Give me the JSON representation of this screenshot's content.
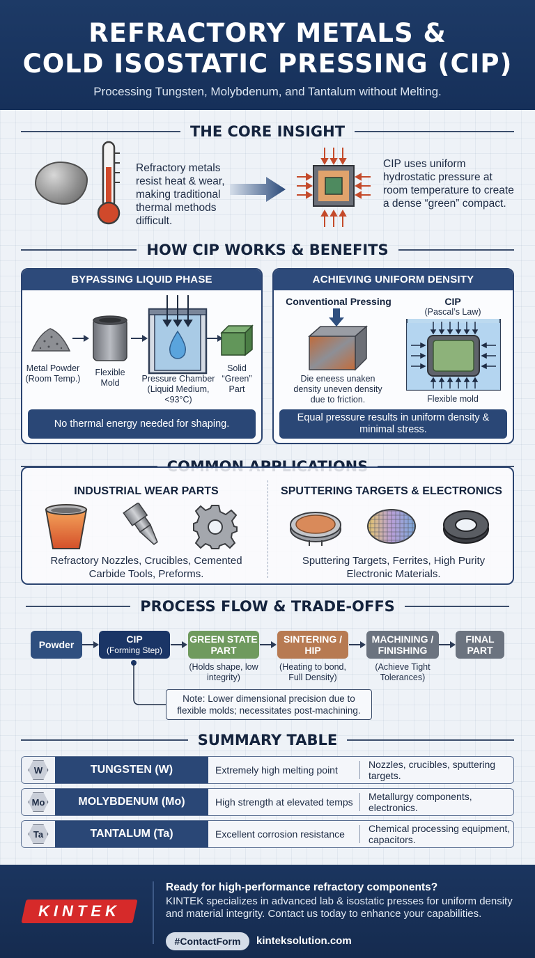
{
  "header": {
    "title_line1": "REFRACTORY METALS &",
    "title_line2": "COLD ISOSTATIC PRESSING (CIP)",
    "subtitle": "Processing Tungsten, Molybdenum, and Tantalum without Melting."
  },
  "core": {
    "title": "THE CORE INSIGHT",
    "left_text": "Refractory metals resist heat & wear, making traditional thermal methods difficult.",
    "right_text": "CIP uses uniform hydrostatic pressure at room temperature to create a dense “green” compact."
  },
  "how": {
    "title": "HOW CIP WORKS & BENEFITS",
    "left_panel": {
      "heading": "BYPASSING LIQUID PHASE",
      "steps": [
        "Metal Powder (Room Temp.)",
        "Flexible Mold",
        "Pressure Chamber (Liquid Medium, <93°C)",
        "Solid “Green” Part"
      ],
      "note": "No thermal energy needed for shaping."
    },
    "right_panel": {
      "heading": "ACHIEVING UNIFORM DENSITY",
      "conventional_label": "Conventional Pressing",
      "conventional_caption": "Die eneess unaken density uneven density due to friction.",
      "cip_label": "CIP",
      "cip_sublabel": "(Pascal’s Law)",
      "cip_caption": "Flexible mold",
      "note": "Equal pressure results in uniform density & minimal stress."
    }
  },
  "apps": {
    "title": "COMMON APPLICATIONS",
    "left_heading": "INDUSTRIAL WEAR PARTS",
    "left_desc": "Refractory Nozzles, Crucibles, Cemented Carbide Tools, Preforms.",
    "right_heading": "SPUTTERING TARGETS & ELECTRONICS",
    "right_desc": "Sputtering Targets, Ferrites, High Purity Electronic Materials."
  },
  "flow": {
    "title": "PROCESS FLOW & TRADE-OFFS",
    "steps": [
      {
        "label": "Powder",
        "sub": "",
        "color": "#2f4f7f"
      },
      {
        "label": "CIP",
        "sub": "(Forming Step)",
        "color": "#1a3566"
      },
      {
        "label": "GREEN STATE PART",
        "sub": "",
        "color": "#6f9a5e"
      },
      {
        "label": "SINTERING / HIP",
        "sub": "",
        "color": "#b77a52"
      },
      {
        "label": "MACHINING / FINISHING",
        "sub": "",
        "color": "#6b737f"
      },
      {
        "label": "FINAL PART",
        "sub": "",
        "color": "#6b737f"
      }
    ],
    "notes": [
      "(Holds shape, low integrity)",
      "(Heating to bond, Full Density)",
      "(Achieve Tight Tolerances)"
    ],
    "callout": "Note: Lower dimensional precision due to flexible molds; necessitates post-machining."
  },
  "summary": {
    "title": "SUMMARY TABLE",
    "rows": [
      {
        "symbol": "W",
        "name": "TUNGSTEN (W)",
        "property": "Extremely high melting point",
        "uses": "Nozzles, crucibles, sputtering targets."
      },
      {
        "symbol": "Mo",
        "name": "MOLYBDENUM (Mo)",
        "property": "High strength at elevated temps",
        "uses": "Metallurgy components, electronics."
      },
      {
        "symbol": "Ta",
        "name": "TANTALUM (Ta)",
        "property": "Excellent corrosion resistance",
        "uses": "Chemical processing equipment, capacitors."
      }
    ]
  },
  "footer": {
    "logo": "KINTEK",
    "title": "Ready for high-performance refractory components?",
    "body": "KINTEK specializes in advanced lab & isostatic presses for uniform density and material integrity. Contact us today to enhance your capabilities.",
    "pill": "#ContactForm",
    "url": "kinteksolution.com"
  }
}
